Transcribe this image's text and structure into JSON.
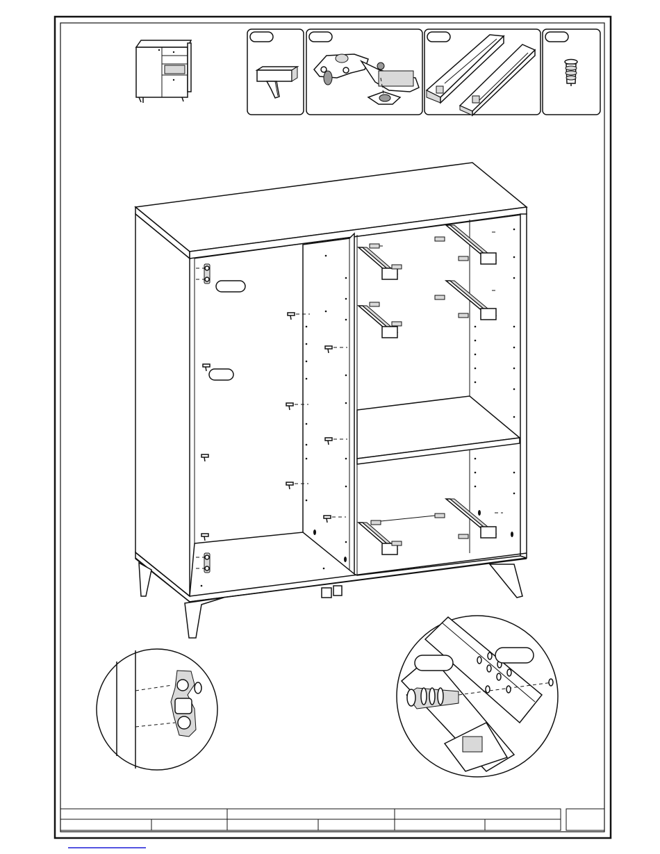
{
  "page": {
    "background": "#ffffff",
    "ink": "#111111",
    "link_color": "#1a1ad6"
  },
  "parts": [
    {
      "id": "shelf-support",
      "icon": "shelf-support-icon"
    },
    {
      "id": "hinge",
      "icon": "hinge-icon"
    },
    {
      "id": "drawer-slide",
      "icon": "drawer-slide-icon"
    },
    {
      "id": "euro-screw",
      "icon": "euro-screw-icon"
    }
  ],
  "callouts": [
    {
      "id": "hinge-callout",
      "label": ""
    },
    {
      "id": "support-callout",
      "label": ""
    },
    {
      "id": "screw-callout",
      "label": ""
    },
    {
      "id": "slide-callout",
      "label": ""
    }
  ],
  "title_block": {
    "cells": [
      "",
      "",
      "",
      "",
      "",
      "",
      "",
      "",
      "",
      "",
      "",
      "",
      ""
    ]
  },
  "footer_link": ""
}
